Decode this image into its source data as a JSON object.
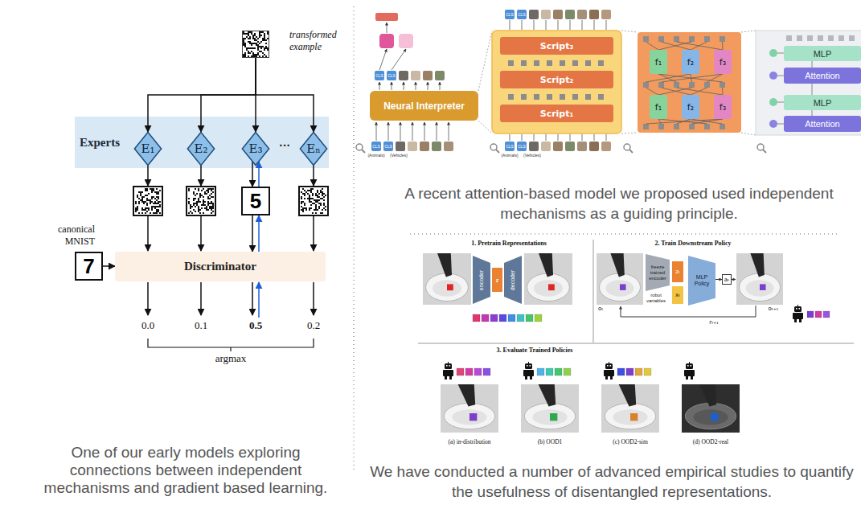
{
  "diagram": {
    "nodes": [
      {
        "text": [
          "transformed example"
        ]
      },
      {
        "text": [
          "Experts"
        ]
      },
      {
        "text": [
          "E₁"
        ],
        "in": 1
      },
      {
        "text": [
          "E₂"
        ],
        "in": 1
      },
      {
        "text": [
          "E₃"
        ],
        "in": 1
      },
      {
        "text": [
          "Eₙ"
        ],
        "in": 1
      },
      {
        "text": [
          "5"
        ]
      },
      {
        "text": [
          "canonical MNIST",
          "7"
        ]
      },
      {
        "text": [
          "Discriminator"
        ]
      },
      {
        "text": [
          "Neural Interpreter"
        ]
      },
      {
        "text": [
          "Script₃"
        ]
      },
      {
        "text": [
          "Script₂"
        ]
      },
      {
        "text": [
          "Script₁"
        ]
      },
      {
        "text": [
          "f₁"
        ]
      },
      {
        "text": [
          "f₂"
        ]
      },
      {
        "text": [
          "f₃"
        ]
      },
      {
        "text": [
          "f₁"
        ]
      },
      {
        "text": [
          "f₂"
        ]
      },
      {
        "text": [
          "f₃"
        ]
      },
      {
        "text": [
          "MLP"
        ]
      },
      {
        "text": [
          "Attention"
        ]
      },
      {
        "text": [
          "MLP"
        ]
      },
      {
        "text": [
          "Attention"
        ]
      },
      {
        "text": [
          "encoder"
        ]
      },
      {
        "text": [
          "z"
        ]
      },
      {
        "text": [
          "decoder"
        ]
      },
      {
        "text": [
          "freeze trained encoder"
        ]
      },
      {
        "text": [
          "zₜ"
        ]
      },
      {
        "text": [
          "xₜ"
        ]
      },
      {
        "text": [
          "MLP Policy"
        ]
      },
      {
        "text": [
          "aₜ"
        ]
      }
    ],
    "edges": [
      {
        "from": 0,
        "to": 2,
        "arrow": "to"
      },
      {
        "from": 0,
        "to": 3,
        "arrow": "to"
      },
      {
        "from": 0,
        "to": 4,
        "arrow": "to"
      },
      {
        "from": 0,
        "to": 5,
        "arrow": "to"
      },
      {
        "from": 4,
        "to": 6,
        "arrow": "to"
      },
      {
        "from": 6,
        "to": 4,
        "arrow": "to"
      },
      {
        "from": 6,
        "to": 8,
        "arrow": "to"
      },
      {
        "from": 8,
        "to": 6,
        "arrow": "to"
      },
      {
        "from": 7,
        "to": 8,
        "arrow": "to"
      },
      {
        "from": 29,
        "to": 30,
        "arrow": "to"
      }
    ],
    "labels": [
      "···",
      "0.0",
      "0.1",
      "0.5",
      "0.2",
      "argmax",
      "One of our early models exploring connections between independent mechanisms and gradient based learning.",
      "CLS",
      "CLS",
      "CLS",
      "CLS",
      "(Animals)",
      "(Vehicles)",
      "CLS",
      "CLS",
      "CLS",
      "CLS",
      "(Animals)",
      "(Vehicles)",
      "A recent attention-based model we proposed used independent mechanisms as a guiding principle.",
      "1. Pretrain Representations",
      "2. Train Downstream Policy",
      "oₜ",
      "robot variables",
      "oₜ₊₁",
      "rₜ₊₁",
      "3. Evaluate Trained Policies",
      "(a) in-distribution",
      "(b) OOD1",
      "(c) OOD2-sim",
      "(d) OOD2-real",
      "We have conducted a number of advanced empirical studies to quantify the usefulness of disentangled representations."
    ]
  }
}
